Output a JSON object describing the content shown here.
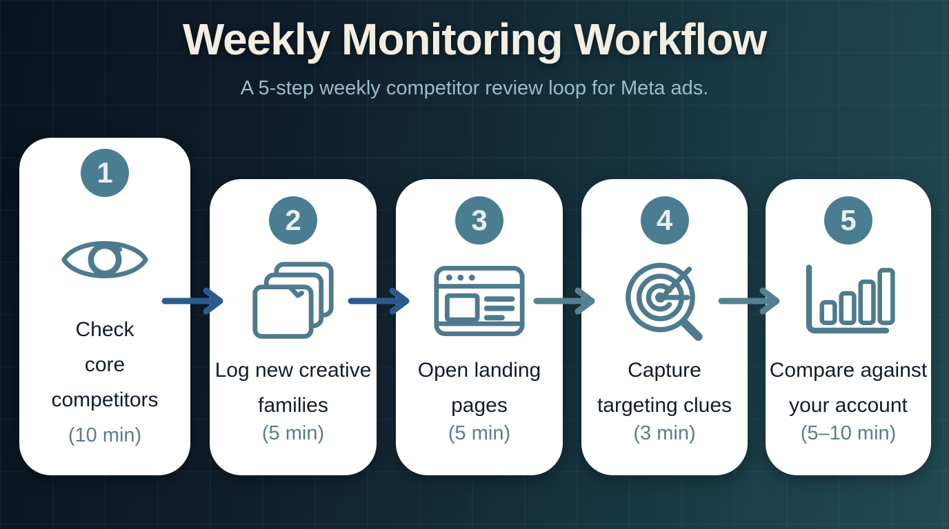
{
  "header": {
    "title": "Weekly Monitoring Workflow",
    "subtitle": "A 5-step weekly competitor review loop for Meta ads."
  },
  "steps": [
    {
      "number": "1",
      "icon": "eye-icon",
      "label": "Check\ncore\ncompetitors",
      "duration": "(10 min)"
    },
    {
      "number": "2",
      "icon": "stacked-cards-icon",
      "label": "Log new creative\nfamilies",
      "duration": "(5 min)"
    },
    {
      "number": "3",
      "icon": "browser-window-icon",
      "label": "Open landing\npages",
      "duration": "(5 min)"
    },
    {
      "number": "4",
      "icon": "target-magnifier-icon",
      "label": "Capture\ntargeting clues",
      "duration": "(3 min)"
    },
    {
      "number": "5",
      "icon": "bar-chart-icon",
      "label": "Compare against\nyour account",
      "duration": "(5–10 min)"
    }
  ],
  "arrows": [
    {
      "from": "1",
      "to": "2",
      "color": "#2b5a8f"
    },
    {
      "from": "2",
      "to": "3",
      "color": "#2b5a8f"
    },
    {
      "from": "3",
      "to": "4",
      "color": "#54808f"
    },
    {
      "from": "4",
      "to": "5",
      "color": "#54808f"
    }
  ],
  "colors": {
    "bg_dark": "#0b121f",
    "bg_teal": "#214a54",
    "title": "#f2eee1",
    "subtitle": "#9dbccd",
    "card_bg": "#ffffff",
    "badge_bg": "#4a7d91",
    "badge_text": "#e9eff1",
    "label_text": "#111c2a",
    "time_text": "#5d7b8c",
    "icon_stroke": "#4e7a8e",
    "arrow_dark": "#2b5a8f",
    "arrow_light": "#54808f"
  }
}
